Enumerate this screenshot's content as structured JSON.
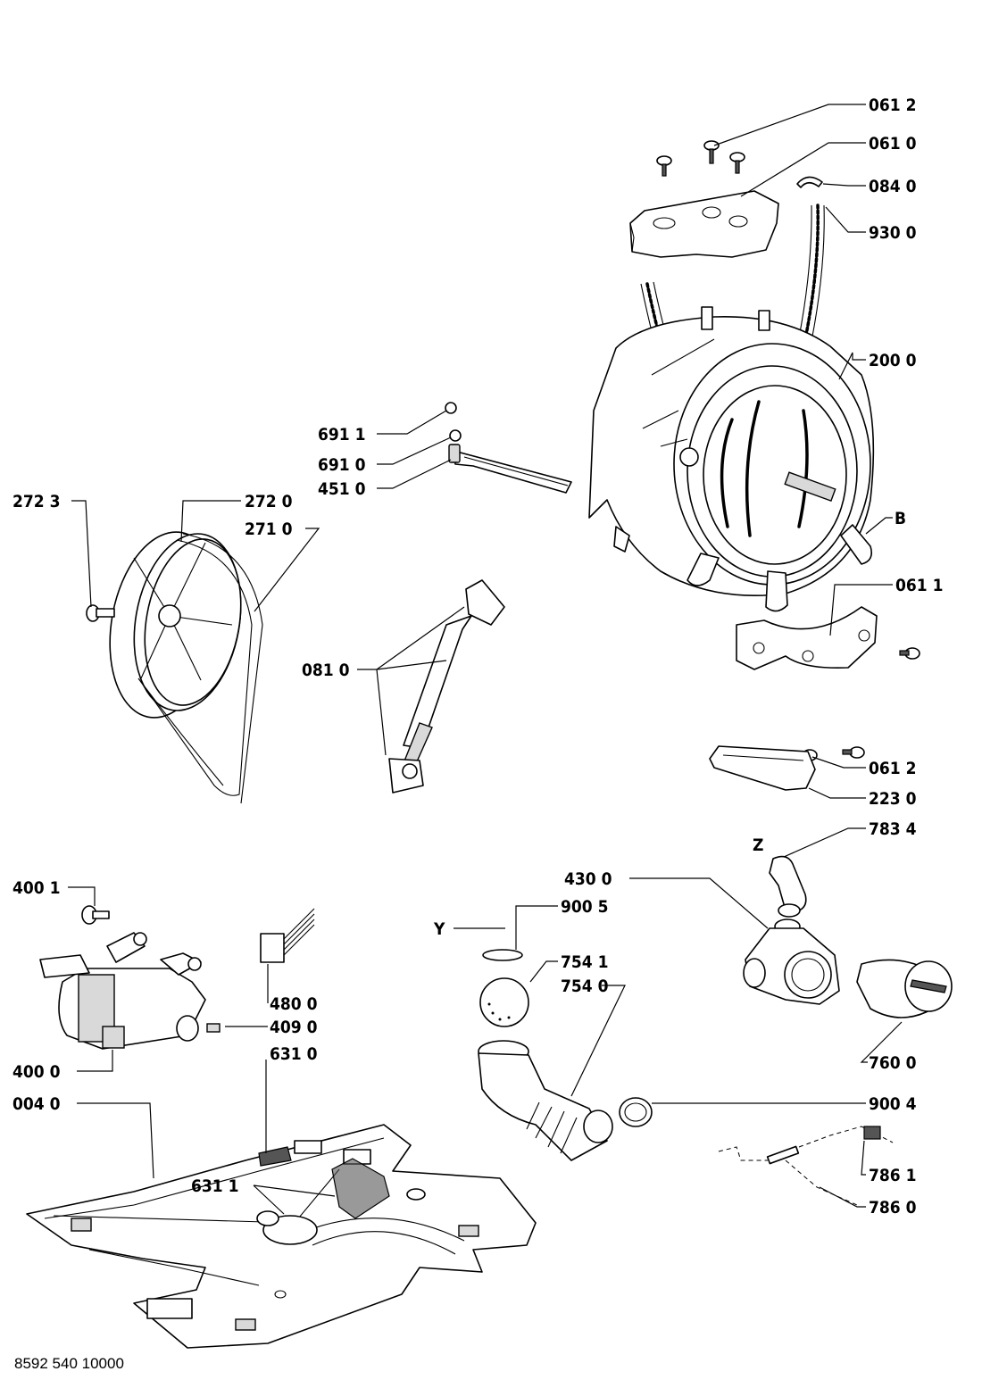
{
  "labels": {
    "l0612a": "061 2",
    "l0610": "061 0",
    "l0840": "084 0",
    "l9300": "930 0",
    "l2000": "200 0",
    "l6911": "691 1",
    "l6910": "691 0",
    "l4510": "451 0",
    "l2723": "272 3",
    "l2720": "272 0",
    "l2710": "271 0",
    "lB": "B",
    "l0611": "061 1",
    "l0810": "081 0",
    "l0612b": "061 2",
    "l2230": "223 0",
    "l7834": "783 4",
    "lZ": "Z",
    "l4300": "430 0",
    "l4001": "400 1",
    "l9005": "900 5",
    "lY": "Y",
    "l7541": "754 1",
    "l7540": "754 0",
    "l4800": "480 0",
    "l4090": "409 0",
    "l4000": "400 0",
    "l6310": "631 0",
    "l0040": "004 0",
    "l7600": "760 0",
    "l9004": "900 4",
    "l7861": "786 1",
    "l6311": "631 1",
    "l7860": "786 0"
  },
  "document_number": "8592 540 10000"
}
